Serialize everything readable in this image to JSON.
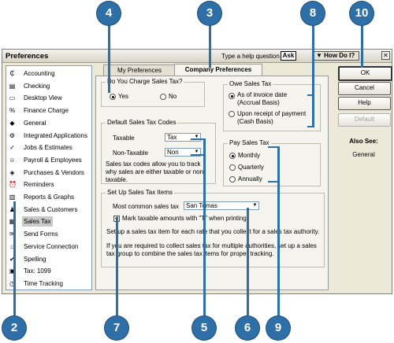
{
  "window": {
    "title": "Preferences",
    "help_prompt": "Type a help question",
    "ask_label": "Ask",
    "howdo_label": "How Do I?",
    "close_glyph": "✕"
  },
  "sidebar": {
    "items": [
      {
        "icon": "₵",
        "label": "Accounting"
      },
      {
        "icon": "▤",
        "label": "Checking"
      },
      {
        "icon": "▭",
        "label": "Desktop View"
      },
      {
        "icon": "%",
        "label": "Finance Charge"
      },
      {
        "icon": "◆",
        "label": "General"
      },
      {
        "icon": "⚙",
        "label": "Integrated Applications"
      },
      {
        "icon": "✓",
        "label": "Jobs & Estimates"
      },
      {
        "icon": "☺",
        "label": "Payroll & Employees"
      },
      {
        "icon": "◈",
        "label": "Purchases & Vendors"
      },
      {
        "icon": "⏰",
        "label": "Reminders"
      },
      {
        "icon": "▥",
        "label": "Reports & Graphs"
      },
      {
        "icon": "♟",
        "label": "Sales & Customers"
      },
      {
        "icon": "▦",
        "label": "Sales Tax"
      },
      {
        "icon": "✉",
        "label": "Send Forms"
      },
      {
        "icon": "⌂",
        "label": "Service Connection"
      },
      {
        "icon": "✔",
        "label": "Spelling"
      },
      {
        "icon": "▣",
        "label": "Tax: 1099"
      },
      {
        "icon": "◷",
        "label": "Time Tracking"
      }
    ],
    "selected_index": 12
  },
  "tabs": [
    "My Preferences",
    "Company Preferences"
  ],
  "charge": {
    "title": "Do You Charge Sales Tax?",
    "yes": "Yes",
    "no": "No"
  },
  "owe": {
    "title": "Owe Sales Tax",
    "opt1_line1": "As of invoice date",
    "opt1_line2": "(Accrual Basis)",
    "opt2_line1": "Upon receipt of payment",
    "opt2_line2": "(Cash Basis)"
  },
  "codes": {
    "title": "Default Sales Tax Codes",
    "taxable_label": "Taxable",
    "taxable_value": "Tax",
    "nontaxable_label": "Non-Taxable",
    "nontaxable_value": "Non",
    "note": "Sales tax codes allow you to track why sales are either taxable or non-taxable."
  },
  "pay": {
    "title": "Pay Sales Tax",
    "monthly": "Monthly",
    "quarterly": "Quarterly",
    "annually": "Annually"
  },
  "items": {
    "title": "Set Up Sales Tax Items",
    "common_label": "Most common sales tax",
    "common_value": "San Tomas",
    "mark_label": "Mark taxable amounts with \"T\" when printing",
    "info1": "Set up a sales tax item for each rate that you collect for a sales tax authority.",
    "info2": "If you are required to collect sales tax for multiple authorities, set up a sales tax group to combine the sales tax items for proper tracking."
  },
  "buttons": {
    "ok": "OK",
    "cancel": "Cancel",
    "help": "Help",
    "default": "Default"
  },
  "also_see": {
    "title": "Also See:",
    "item": "General"
  },
  "callouts": {
    "c2": "2",
    "c3": "3",
    "c4": "4",
    "c5": "5",
    "c6": "6",
    "c7": "7",
    "c8": "8",
    "c9": "9",
    "c10": "10"
  },
  "colors": {
    "callout": "#2f6fa8",
    "window_bg": "#ece9d8"
  }
}
